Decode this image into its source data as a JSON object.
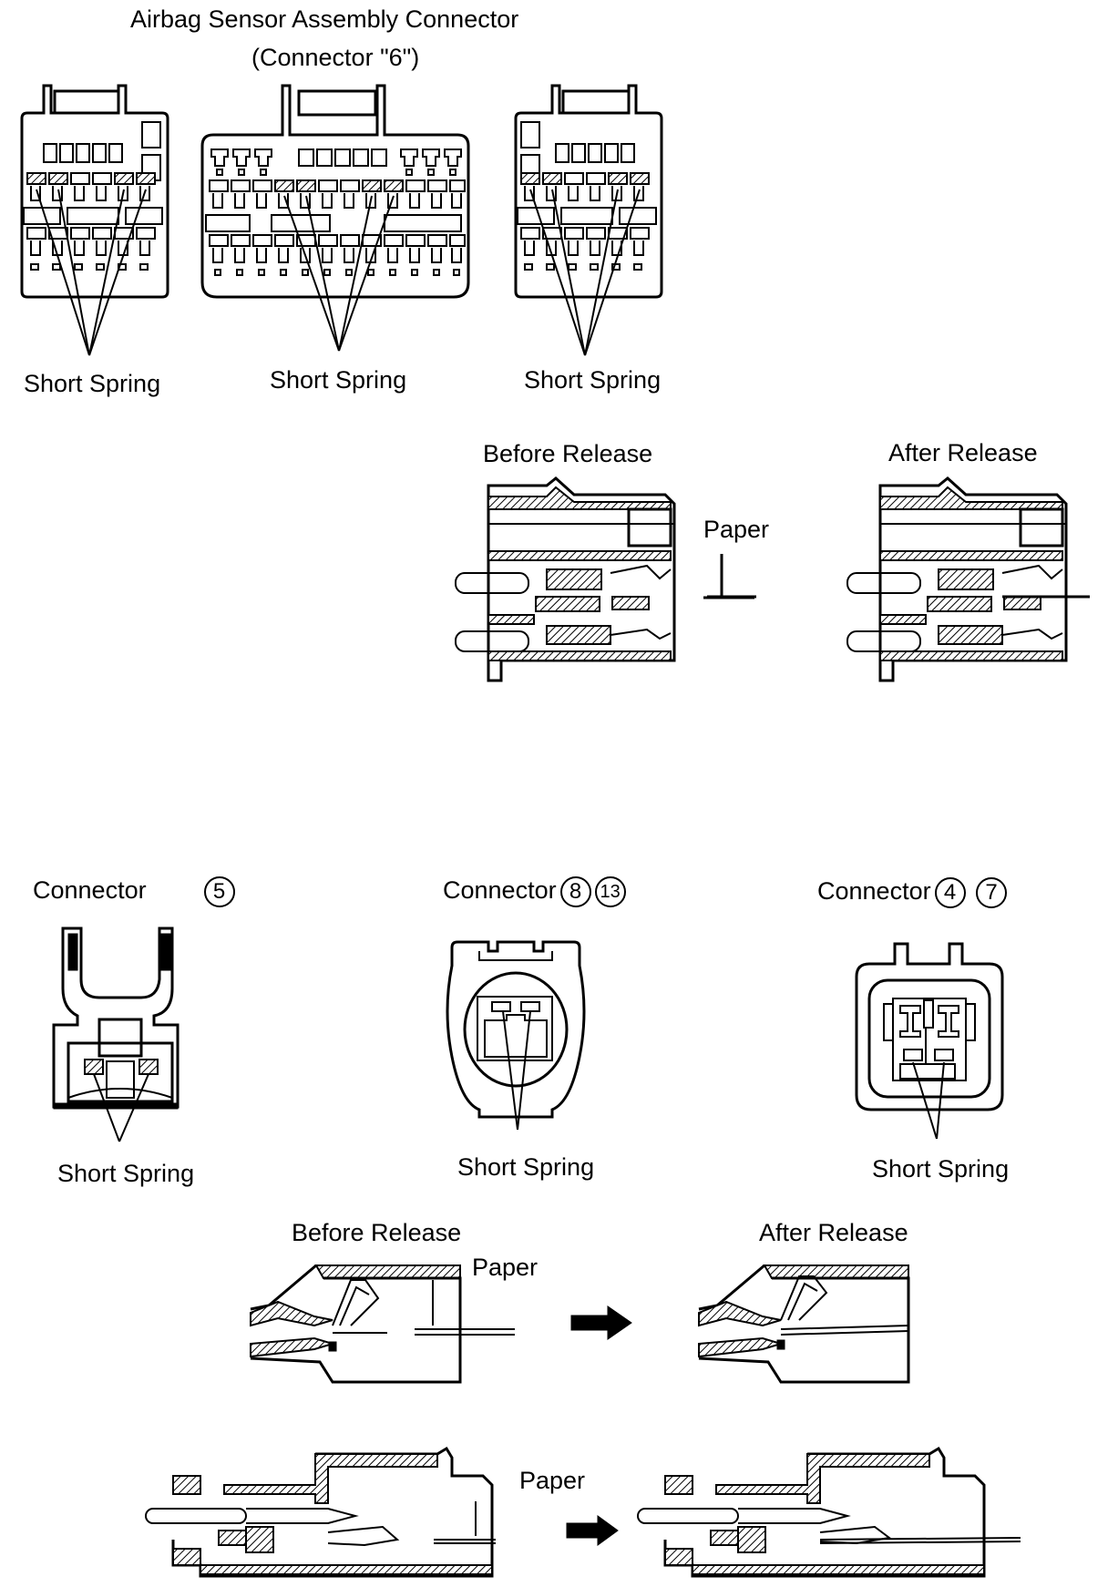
{
  "top": {
    "title_line1": "Airbag Sensor Assembly Connector",
    "title_line2": "(Connector \"6\")",
    "short_spring_1": "Short Spring",
    "short_spring_2": "Short Spring",
    "short_spring_3": "Short Spring",
    "before_release": "Before Release",
    "after_release": "After Release",
    "paper": "Paper"
  },
  "bottom": {
    "connector_5_label": "Connector",
    "connector_5_num": "5",
    "connector_8_13_label": "Connector",
    "connector_8_num": "8",
    "connector_13_num": "13",
    "connector_4_7_label": "Connector",
    "connector_4_num": "4",
    "connector_7_num": "7",
    "short_spring_a": "Short Spring",
    "short_spring_b": "Short Spring",
    "short_spring_c": "Short Spring",
    "before_release": "Before Release",
    "after_release": "After Release",
    "paper_upper": "Paper",
    "paper_lower": "Paper"
  }
}
